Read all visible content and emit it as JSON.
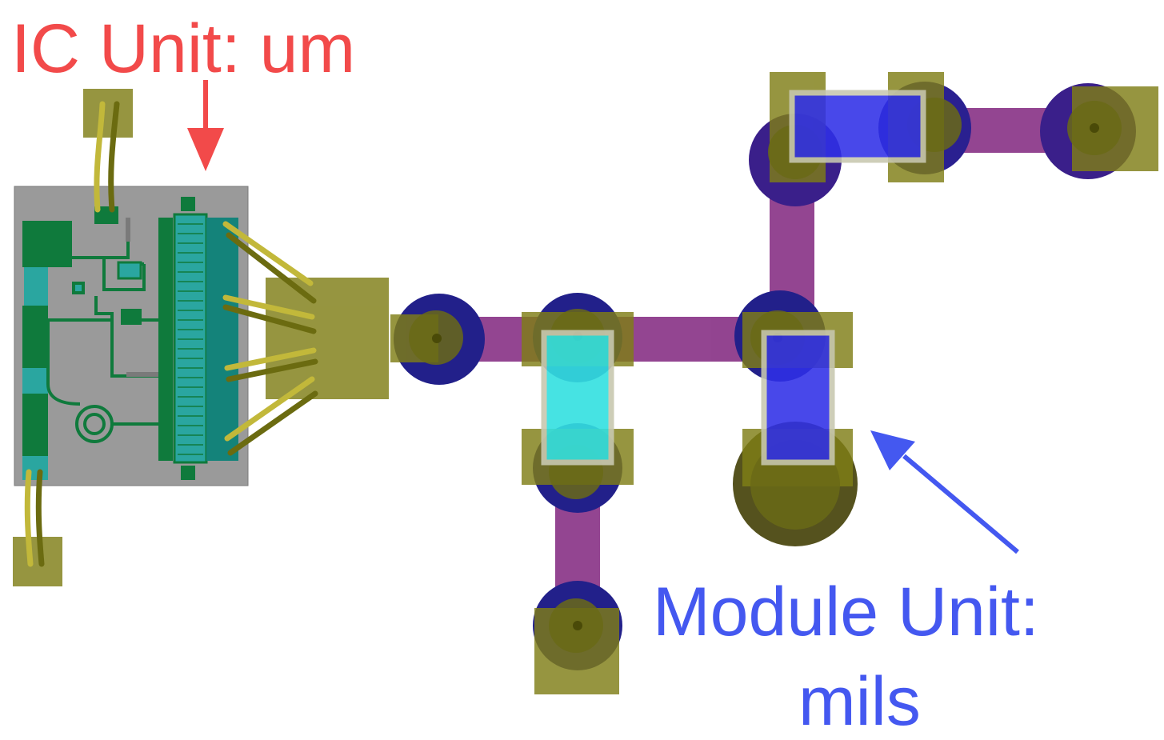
{
  "annotations": {
    "ic_unit": "IC Unit: um",
    "module_unit_line1": "Module Unit:",
    "module_unit_line2": "mils"
  },
  "colors": {
    "ic_label": "#f24a4a",
    "module_label": "#4458f0",
    "pad": "#8b8a2a",
    "pad_fill": "#7f7f1a",
    "via_ring": "#1a1a80",
    "trace": "#8e3a8a",
    "component_blue": "#3a3ae6",
    "component_cyan": "#33d9d9",
    "die": "#9a9a9a",
    "ic_metal": "#0f7a3c",
    "bond_wire": "#6b6b10"
  }
}
